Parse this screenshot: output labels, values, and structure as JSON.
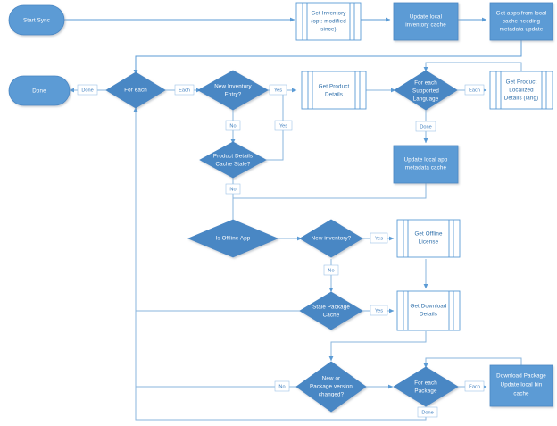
{
  "diagram": {
    "title": "App Sync Flowchart",
    "colors": {
      "solid_fill": "#5b9bd5",
      "diamond_fill": "#4a87c4",
      "white_fill": "#ffffff",
      "line": "#5b9bd5",
      "label_text": "#3f7fbf",
      "node_text": "#ffffff"
    },
    "nodes": [
      {
        "id": "start-sync",
        "type": "terminator",
        "label": "Start Sync",
        "lines": [
          "Start Sync"
        ]
      },
      {
        "id": "done",
        "type": "terminator",
        "label": "Done",
        "lines": [
          "Done"
        ]
      },
      {
        "id": "get-inventory",
        "type": "subprocess",
        "label": "Get Inventory (opt: modified since)",
        "lines": [
          "Get Inventory",
          "(opt: modified",
          "since)"
        ]
      },
      {
        "id": "update-local-inventory-cache",
        "type": "process",
        "label": "Update local inventory cache",
        "lines": [
          "Update local",
          "inventory cache"
        ]
      },
      {
        "id": "get-apps-from-local-cache",
        "type": "process",
        "label": "Get apps from local cache needing metadata update",
        "lines": [
          "Get apps from local",
          "cache needing",
          "metadata update"
        ]
      },
      {
        "id": "for-each",
        "type": "decision",
        "label": "For each",
        "lines": [
          "For each"
        ]
      },
      {
        "id": "new-inventory-entry",
        "type": "decision",
        "label": "New Inventory Entry?",
        "lines": [
          "New Inventory",
          "Entry?"
        ]
      },
      {
        "id": "get-product-details",
        "type": "subprocess",
        "label": "Get Product Details",
        "lines": [
          "Get Product",
          "Details"
        ]
      },
      {
        "id": "for-each-supported-language",
        "type": "decision",
        "label": "For each Supported Language",
        "lines": [
          "For each",
          "Supported",
          "Language"
        ]
      },
      {
        "id": "get-product-localized-details",
        "type": "subprocess",
        "label": "Get Product Localized Details (lang)",
        "lines": [
          "Get Product",
          "Localized",
          "Details (lang)"
        ]
      },
      {
        "id": "product-details-cache-stale",
        "type": "decision",
        "label": "Product Details Cache Stale?",
        "lines": [
          "Product Details",
          "Cache Stale?"
        ]
      },
      {
        "id": "update-local-app-metadata-cache",
        "type": "process",
        "label": "Update local app metadata cache",
        "lines": [
          "Update local app",
          "metadata cache"
        ]
      },
      {
        "id": "is-offline-app",
        "type": "decision",
        "label": "Is Offline App",
        "lines": [
          "Is Offline App"
        ]
      },
      {
        "id": "new-inventory",
        "type": "decision",
        "label": "New inventory?",
        "lines": [
          "New inventory?"
        ]
      },
      {
        "id": "get-offline-license",
        "type": "subprocess",
        "label": "Get Offline License",
        "lines": [
          "Get Offline",
          "License"
        ]
      },
      {
        "id": "stale-package-cache",
        "type": "decision",
        "label": "Stale Package Cache",
        "lines": [
          "Stale Package",
          "Cache"
        ]
      },
      {
        "id": "get-download-details",
        "type": "subprocess",
        "label": "Get Download Details",
        "lines": [
          "Get Download",
          "Details"
        ]
      },
      {
        "id": "new-or-package-version-changed",
        "type": "decision",
        "label": "New or Package version changed?",
        "lines": [
          "New or",
          "Package version",
          "changed?"
        ]
      },
      {
        "id": "for-each-package",
        "type": "decision",
        "label": "For each Package",
        "lines": [
          "For each",
          "Package"
        ]
      },
      {
        "id": "download-package-update-local-bin-cache",
        "type": "process",
        "label": "Download Package Update local bin cache",
        "lines": [
          "Download Package",
          "Update local bin",
          "cache"
        ]
      }
    ],
    "edge_labels": [
      {
        "id": "done-label-1",
        "text": "Done"
      },
      {
        "id": "each-label-1",
        "text": "Each"
      },
      {
        "id": "yes-label-1",
        "text": "Yes"
      },
      {
        "id": "no-label-1",
        "text": "No"
      },
      {
        "id": "each-label-2",
        "text": "Each"
      },
      {
        "id": "done-label-2",
        "text": "Done"
      },
      {
        "id": "yes-label-2",
        "text": "Yes"
      },
      {
        "id": "no-label-2",
        "text": "No"
      },
      {
        "id": "no-label-3",
        "text": "No"
      },
      {
        "id": "yes-label-3",
        "text": "Yes"
      },
      {
        "id": "yes-label-4",
        "text": "Yes"
      },
      {
        "id": "no-label-4",
        "text": "No"
      },
      {
        "id": "each-label-3",
        "text": "Each"
      },
      {
        "id": "done-label-3",
        "text": "Done"
      }
    ]
  }
}
